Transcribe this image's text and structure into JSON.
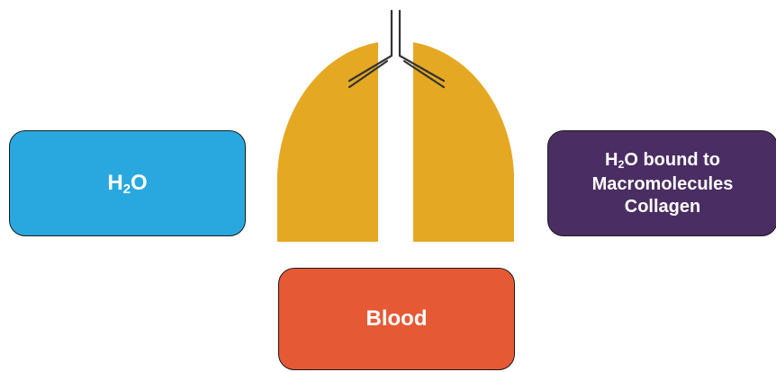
{
  "colors": {
    "lung": "#E5A823",
    "water": "#29A8E0",
    "bound": "#4A2D62",
    "blood": "#E65935",
    "airway": "#333333",
    "text": "#FFFFFF"
  },
  "icons": {
    "lungs": "lungs-icon",
    "trachea": "trachea-icon"
  },
  "boxes": {
    "water": {
      "main": "H",
      "sub": "2",
      "rest": "O"
    },
    "bound": {
      "line1_main": "H",
      "line1_sub": "2",
      "line1_rest": "O bound to",
      "line2": "Macromolecules",
      "line3": "Collagen"
    },
    "blood": {
      "label": "Blood"
    }
  }
}
